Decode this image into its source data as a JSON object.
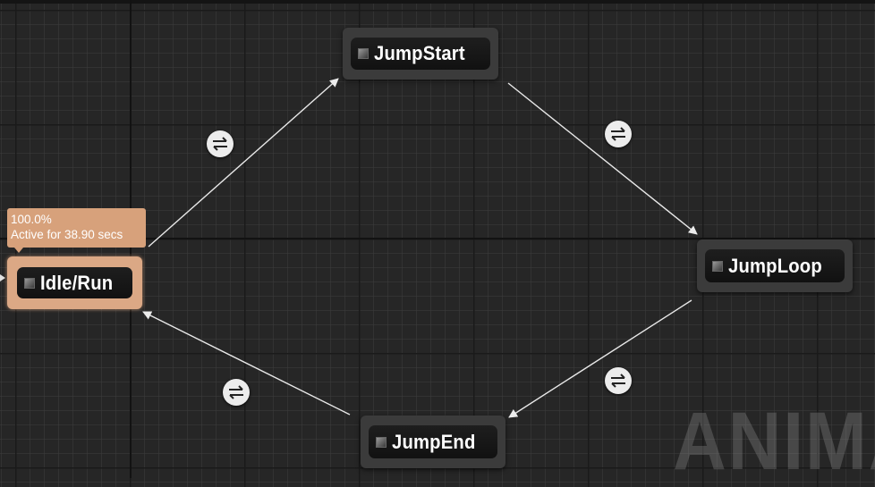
{
  "graph": {
    "nodes": {
      "idle_run": {
        "label": "Idle/Run",
        "active": true
      },
      "jump_start": {
        "label": "JumpStart"
      },
      "jump_loop": {
        "label": "JumpLoop"
      },
      "jump_end": {
        "label": "JumpEnd"
      }
    },
    "active_tooltip": {
      "weight": "100.0%",
      "status": "Active for 38.90 secs"
    },
    "transitions": [
      {
        "from": "Idle/Run",
        "to": "JumpStart",
        "icon": "transition-rule-icon"
      },
      {
        "from": "JumpStart",
        "to": "JumpLoop",
        "icon": "transition-rule-icon"
      },
      {
        "from": "JumpLoop",
        "to": "JumpEnd",
        "icon": "transition-rule-icon"
      },
      {
        "from": "JumpEnd",
        "to": "Idle/Run",
        "icon": "transition-rule-icon"
      }
    ],
    "entry_arrow_into": "Idle/Run"
  },
  "watermark": {
    "text": "ANIMA"
  },
  "colors": {
    "background": "#262626",
    "active_node": "#dba885",
    "node": "#3b3b3b",
    "edge": "#e8e8e8"
  }
}
